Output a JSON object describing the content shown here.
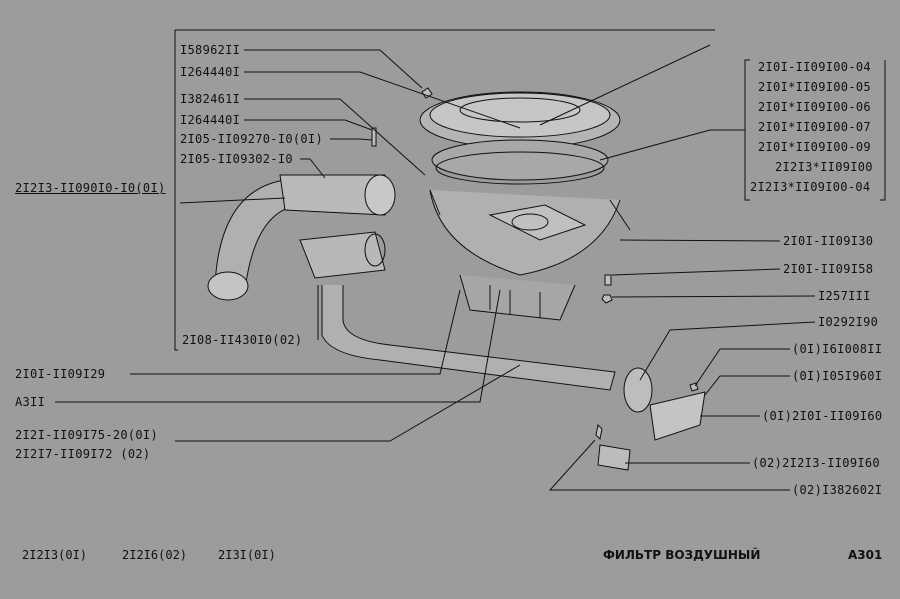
{
  "labels": {
    "l_158962": "I58962II",
    "l_1264440_a": "I264440I",
    "l_1382461": "I382461I",
    "l_1264440_b": "I264440I",
    "l_2105_270": "2I05-II09270-I0(0I)",
    "l_2105_302": "2I05-II09302-I0",
    "l_21213_010": "2I2I3-II090I0-I0(0I)",
    "l_2108_1143010": "2I08-II430I0(02)",
    "l_2101_129": "2I0I-II09I29",
    "l_a311": "A3II",
    "l_2121_175": "2I2I-II09I75-20(0I)",
    "l_21217_172": "2I2I7-II09I72  (02)",
    "r_04": "2I0I-II09I00-04",
    "r_05": "2I0I*II09I00-05",
    "r_06": "2I0I*II09I00-06",
    "r_07": "2I0I*II09I00-07",
    "r_09": "2I0I*II09I00-09",
    "r_21213_00": "2I2I3*II09I00",
    "r_21213_04": "2I2I3*II09I00-04",
    "r_130": "2I0I-II09I30",
    "r_158": "2I0I-II09I58",
    "r_1257411": "I257III",
    "r_1029290": "I0292I90",
    "r_0161008": "(0I)I6I008II",
    "r_0105196": "(0I)I05I960I",
    "r_01_160": "(0I)2I0I-II09I60",
    "r_02_21213_160": "(02)2I2I3-II09I60",
    "r_02_1382602": "(02)I382602I"
  },
  "footer": {
    "model_1": "2I2I3(0I)",
    "model_2": "2I2I6(02)",
    "model_3": "2I3I(0I)",
    "title": "ФИЛЬТР ВОЗДУШНЫЙ",
    "code": "A301"
  }
}
